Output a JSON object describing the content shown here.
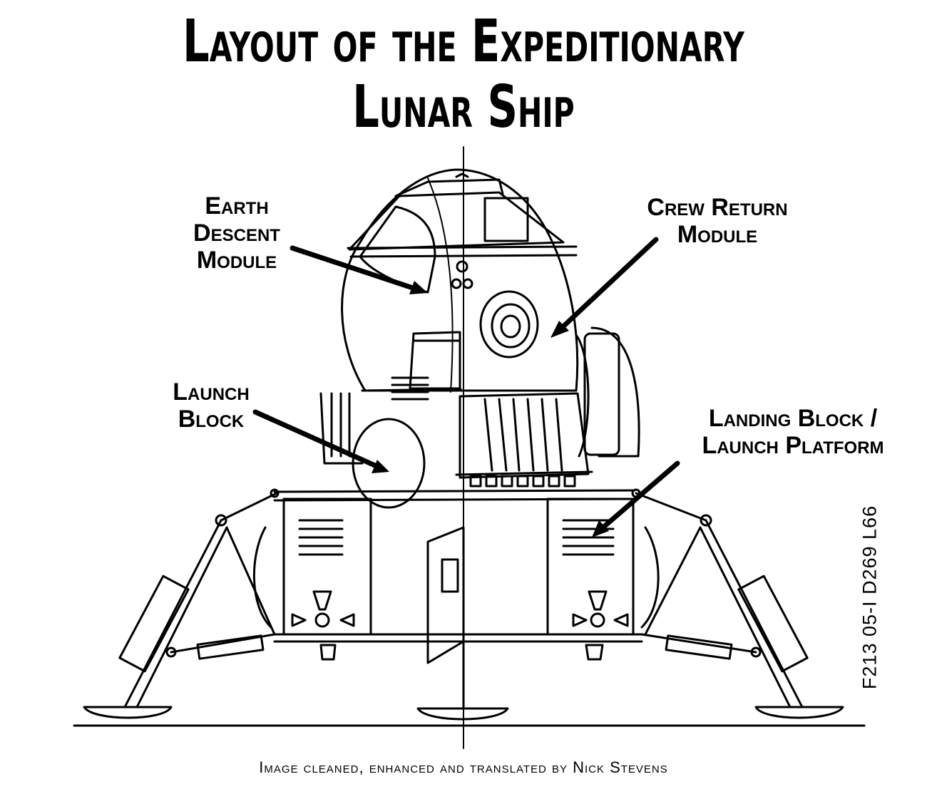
{
  "title": {
    "line1": "Layout of the Expeditionary",
    "line2": "Lunar Ship"
  },
  "labels": {
    "earth_descent": [
      "Earth",
      "Descent",
      "Module"
    ],
    "crew_return": [
      "Crew Return",
      "Module"
    ],
    "launch_block": [
      "Launch",
      "Block"
    ],
    "landing_block": [
      "Landing Block /",
      "Launch Platform"
    ]
  },
  "document_code": "F213 05-I D269 L66",
  "credit": "Image cleaned, enhanced and translated by Nick Stevens"
}
